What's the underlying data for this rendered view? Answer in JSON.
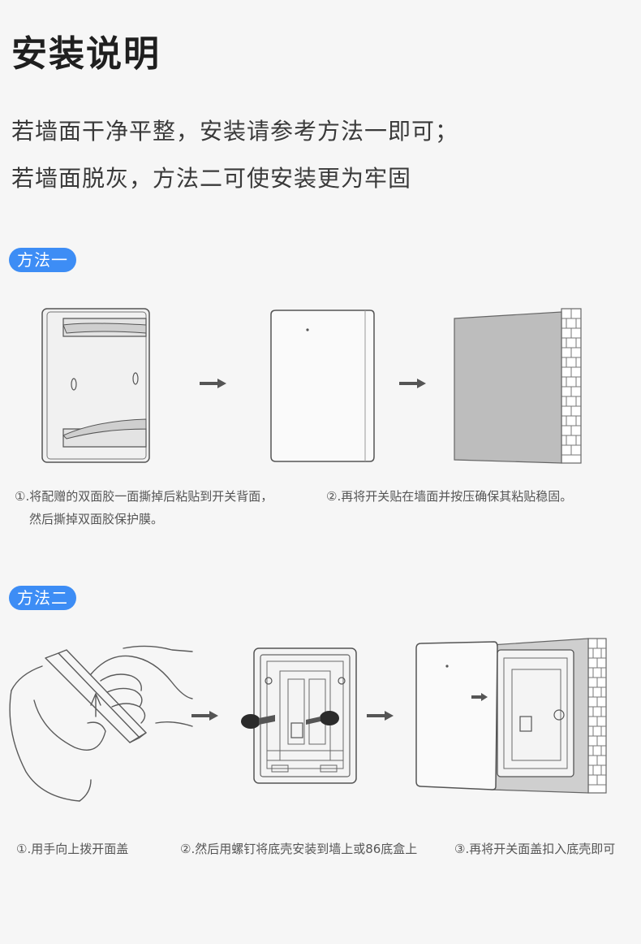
{
  "title": "安装说明",
  "intro": {
    "line1": "若墙面干净平整，安装请参考方法一即可；",
    "line2": "若墙面脱灰，方法二可使安装更为牢固"
  },
  "method1": {
    "label": "方法一",
    "caption1_line1": "①.将配赠的双面胶一面撕掉后粘贴到开关背面，",
    "caption1_line2": "然后撕掉双面胶保护膜。",
    "caption2": "②.再将开关贴在墙面并按压确保其粘贴稳固。"
  },
  "method2": {
    "label": "方法二",
    "caption1": "①.用手向上拨开面盖",
    "caption2": "②.然后用螺钉将底壳安装到墙上或86底盒上",
    "caption3": "③.再将开关面盖扣入底壳即可"
  },
  "colors": {
    "accent": "#3d8df5",
    "background": "#f6f6f6"
  }
}
